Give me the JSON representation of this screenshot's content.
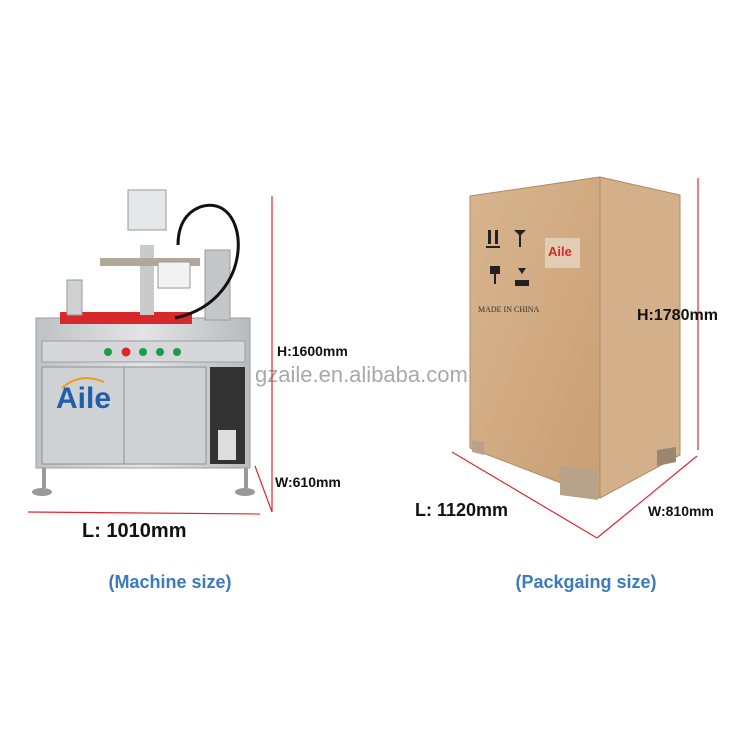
{
  "watermark": "gzaile.en.alibaba.com",
  "machine": {
    "brand_logo": "Aile",
    "height_label": "H:1600mm",
    "width_label": "W:610mm",
    "length_label": "L: 1010mm",
    "caption": "(Machine size)"
  },
  "packaging": {
    "brand_logo": "Aile",
    "crate_marking": "MADE IN CHINA",
    "height_label": "H:1780mm",
    "width_label": "W:810mm",
    "length_label": "L: 1120mm",
    "caption": "(Packgaing size)"
  },
  "colors": {
    "dimension_line": "#e0262b",
    "caption": "#3b7bbd",
    "logo_blue": "#1f5fae",
    "logo_orange": "#f29a1e"
  }
}
